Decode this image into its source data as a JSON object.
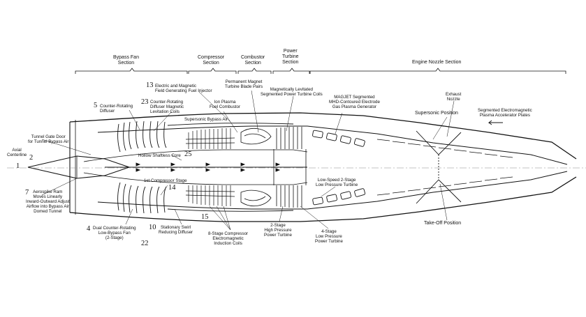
{
  "sections": {
    "bypass_fan": "Bypass Fan\nSection",
    "compressor": "Compressor\nSection",
    "combustor": "Combustor\nSection",
    "power_turbine": "Power\nTurbine\nSection",
    "engine_nozzle": "Engine Nozzle Section"
  },
  "labels": {
    "electric_magnetic": "Electric and Magnetic\nField Generating Fuel Injector",
    "counter_rotating_diffuser": "Counter-Rotating\nDiffuser",
    "counter_rotating_mag": "Counter-Rotating\nDiffuser Magnetic\nLevitation Coils",
    "ion_plasma": "Ion Plasma\nFuel Combustor",
    "pm_turbine": "Permanent Magnet\nTurbine Blade Pairs",
    "mag_levitated": "Magnetically Levitated\nSegmented Power Turbine Coils",
    "magjet": "MAGJET Segmented\nMHD-Contoured Electrode\nGas Plasma Generator",
    "exhaust_nozzle": "Exhaust\nNozzle",
    "segmented_em": "Segmented Electromagnetic\nPlasma Accelerator Plates",
    "supersonic": "Supersonic Position",
    "supersonic_bypass": "Supersonic Bypass Air",
    "tunnel_gate": "Tunnel Gate Door\nfor Tunnel Bypass Air",
    "axial_centerline": "Axial\nCenterline",
    "hollow_core": "Hollow Shaftless Core",
    "compressor_stage1": "1st Compressor Stage",
    "aerospike": "Aerospike Ram\nMoves Linearly\nInward-Outward Adjust\nAirflow into Bypass Air\nDomed Tunnel",
    "dual_fan": "Dual Counter-Rotating\nLow-Bypass Fan\n(2-Stage)",
    "stationary_swirl": "Stationary Swirl\nReducing Diffuser",
    "eight_stage": "8-Stage Compressor\nElectromagnetic\nInduction Coils",
    "two_stage_hp": "2-Stage\nHigh Pressure\nPower Turbine",
    "four_stage_lp": "4-Stage\nLow Pressure\nPower Turbine",
    "low_speed": "Low-Speed 2-Stage\nLow Pressure Turbine",
    "takeoff": "Take-Off Position"
  },
  "numbers": {
    "n13": "13",
    "n5": "5",
    "n23": "23",
    "n25": "25",
    "n2": "2",
    "n1": "1",
    "n7": "7",
    "n14": "14",
    "n4": "4",
    "n10": "10",
    "n15": "15",
    "n22": "22"
  }
}
